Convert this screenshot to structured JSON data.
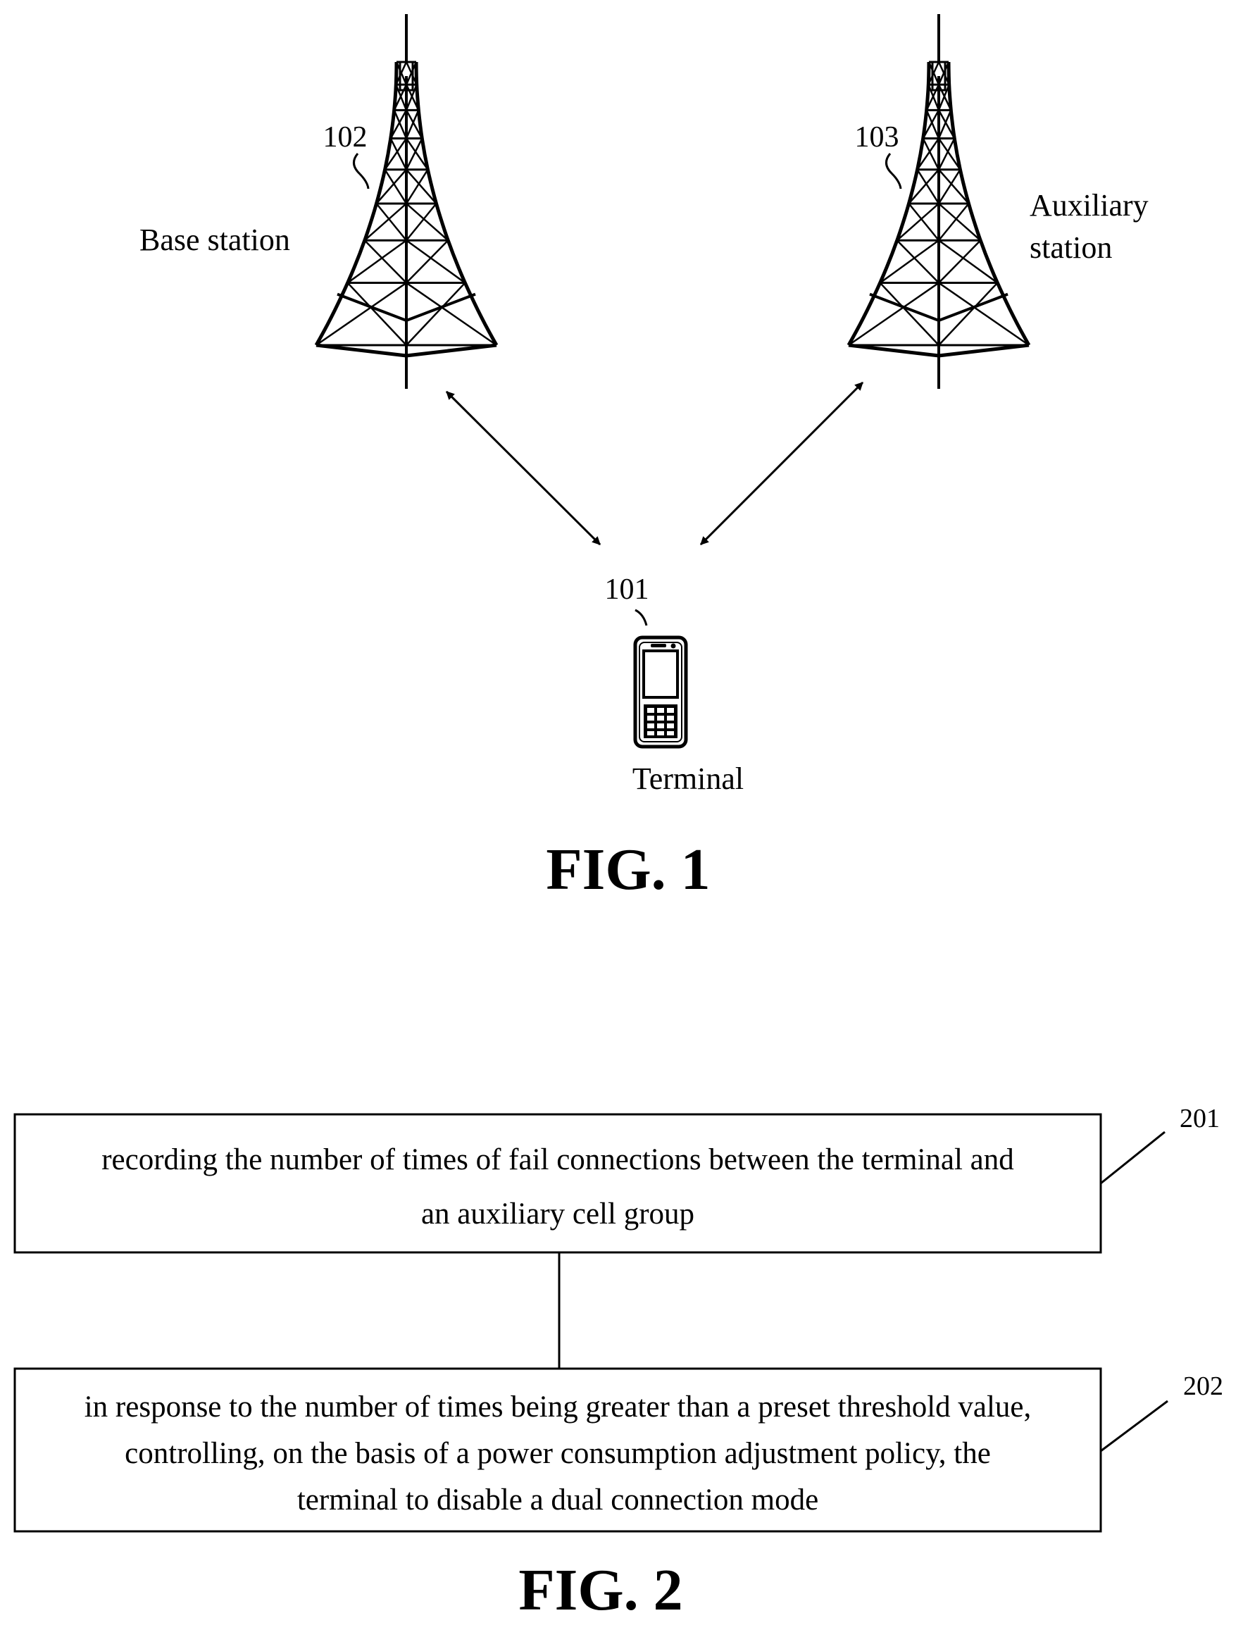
{
  "fig1": {
    "title": "FIG. 1",
    "base_station": {
      "ref": "102",
      "label": "Base station"
    },
    "auxiliary_station": {
      "ref": "103",
      "label_line1": "Auxiliary",
      "label_line2": "station"
    },
    "terminal": {
      "ref": "101",
      "label": "Terminal"
    }
  },
  "fig2": {
    "title": "FIG. 2",
    "step1": {
      "ref": "201",
      "line1": "recording the number of times of fail connections between the terminal and",
      "line2": "an auxiliary cell group"
    },
    "step2": {
      "ref": "202",
      "line1": "in response to the number of times being greater than a preset threshold value,",
      "line2": "controlling, on the basis of a power consumption adjustment policy, the",
      "line3": "terminal to disable a dual connection mode"
    }
  }
}
